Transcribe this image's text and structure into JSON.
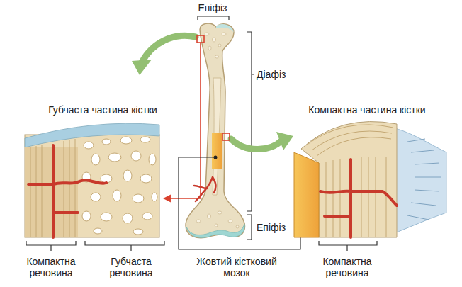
{
  "diagram": {
    "labels": [
      "Епіфіз",
      "Діафіз",
      "Губчаста частина кістки",
      "Компактна частина кістки",
      "Епіфіз",
      "Компактна речовина",
      "Губчаста речовина",
      "Жовтий кістковий мозок",
      "Компактна речовина"
    ]
  }
}
